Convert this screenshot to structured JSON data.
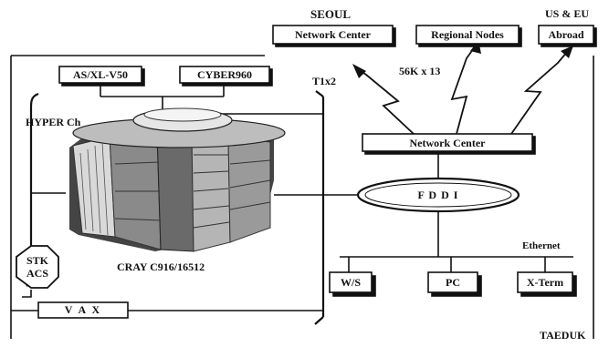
{
  "external": {
    "seoul_label": "SEOUL",
    "seoul_box": "Network Center",
    "regional_box": "Regional Nodes",
    "useu_label": "US & EU",
    "abroad_box": "Abroad",
    "link_rate": "56K x 13"
  },
  "campus": {
    "t1_label": "T1x2",
    "as_box": "AS/XL-V50",
    "cyber_box": "CYBER960",
    "hyper_label": "HYPER Ch",
    "network_center_box": "Network Center",
    "fddi_label": "F D D I",
    "ethernet_label": "Ethernet",
    "ws_box": "W/S",
    "pc_box": "PC",
    "xterm_box": "X-Term",
    "stk_line1": "STK",
    "stk_line2": "ACS",
    "cray_label": "CRAY C916/16512",
    "vax_box": "V A X",
    "taeduk_label": "TAEDUK"
  }
}
